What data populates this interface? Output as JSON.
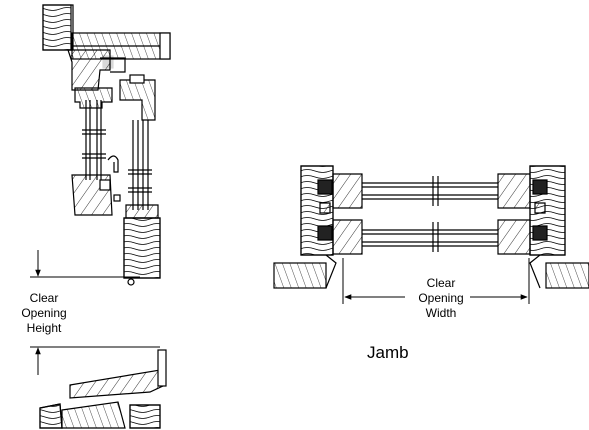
{
  "labels": {
    "clear_opening_height": [
      "Clear",
      "Opening",
      "Height"
    ],
    "clear_opening_width": [
      "Clear",
      "Opening",
      "Width"
    ],
    "jamb": "Jamb"
  }
}
